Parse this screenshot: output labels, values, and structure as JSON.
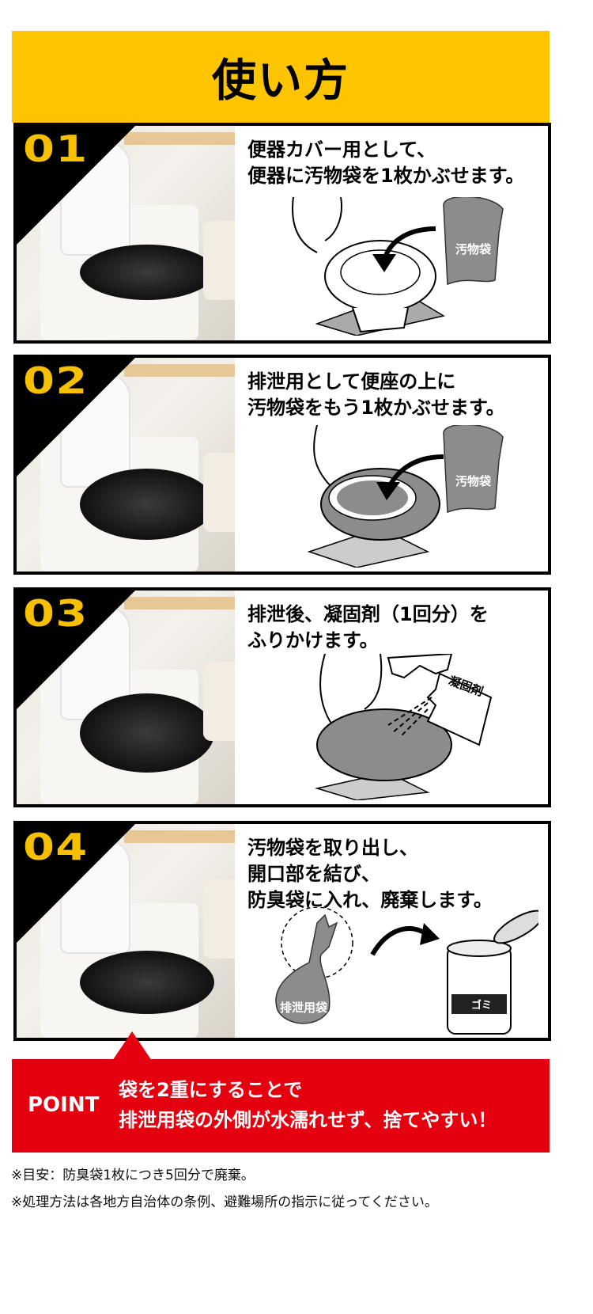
{
  "header": {
    "title": "使い方"
  },
  "steps": [
    {
      "number": "01",
      "text": "便器カバー用として、\n便器に汚物袋を1枚かぶせます。",
      "bag_label": "汚物袋"
    },
    {
      "number": "02",
      "text": "排泄用として便座の上に\n汚物袋をもう1枚かぶせます。",
      "bag_label": "汚物袋"
    },
    {
      "number": "03",
      "text": "排泄後、凝固剤（1回分）を\nふりかけます。",
      "packet_label": "凝固剤"
    },
    {
      "number": "04",
      "text": "汚物袋を取り出し、\n開口部を結び、\n防臭袋に入れ、廃棄します。",
      "bag_label": "排泄用袋",
      "bin_label": "ゴミ"
    }
  ],
  "point": {
    "label": "POINT",
    "text": "袋を2重にすることで\n排泄用袋の外側が水濡れせず、捨てやすい！"
  },
  "notes": [
    "※目安：防臭袋1枚につき5回分で廃棄。",
    "※処理方法は各地方自治体の条例、避難場所の指示に従ってください。"
  ],
  "colors": {
    "title_bg": "#fcc500",
    "number": "#f6c000",
    "point_bg": "#e5000f",
    "bag_gray": "#8c8c8c"
  }
}
